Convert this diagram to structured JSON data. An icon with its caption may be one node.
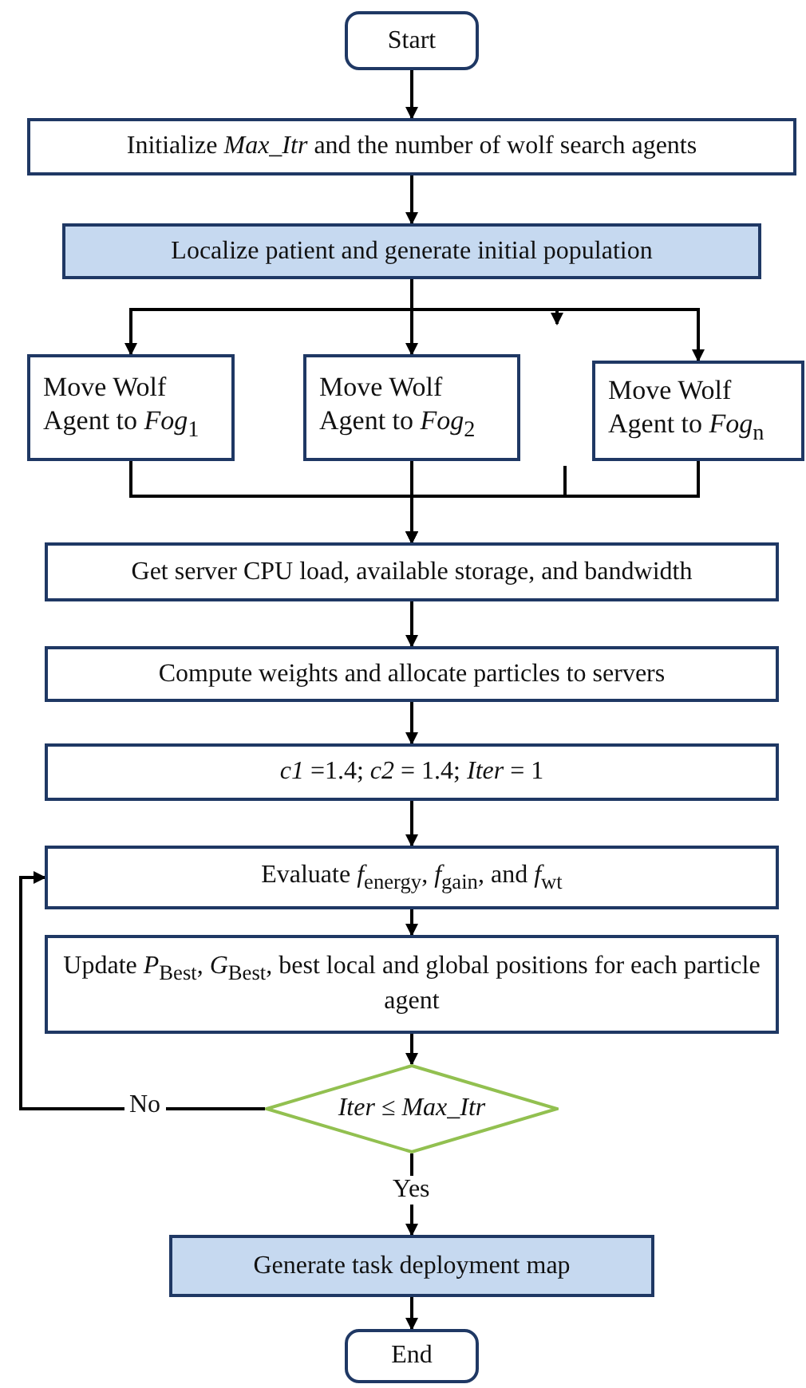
{
  "diagram": {
    "nodes": [
      {
        "text": [
          "Start"
        ]
      },
      {
        "text": [
          "Initialize *Max_Itr* and the number of wolf search agents"
        ]
      },
      {
        "text": [
          "Localize patient and generate initial population"
        ]
      },
      {
        "text": [
          "Move Wolf Agent to *Fog*$_{1}$"
        ]
      },
      {
        "text": [
          "Move Wolf Agent to *Fog*$_{2}$"
        ]
      },
      {
        "text": [
          "Move Wolf Agent to *Fog*$_{n}$"
        ]
      },
      {
        "text": [
          "Get server CPU load, available storage, and bandwidth"
        ]
      },
      {
        "text": [
          "Compute weights and allocate particles to servers"
        ]
      },
      {
        "text": [
          "*c1* =1.4; *c2* = 1.4; *Iter* = 1"
        ]
      },
      {
        "text": [
          "Evaluate *f*$_{energy}$, *f*$_{gain}$, and *f*$_{wt}$"
        ]
      },
      {
        "text": [
          "Update *P*$_{Best}$, *G*$_{Best}$, best local and global positions for each particle agent"
        ]
      },
      {
        "text": [
          "*Iter* ≤ *Max_Itr*"
        ]
      },
      {
        "text": [
          "Generate task deployment map"
        ]
      },
      {
        "text": [
          "End"
        ]
      }
    ],
    "edges": [
      {
        "from": 0,
        "to": 1,
        "arrow": "to"
      },
      {
        "from": 1,
        "to": 2,
        "arrow": "to"
      },
      {
        "from": 2,
        "to": 3,
        "arrow": "to"
      },
      {
        "from": 2,
        "to": 4,
        "arrow": "to"
      },
      {
        "from": 2,
        "to": null,
        "arrow": "to"
      },
      {
        "from": 2,
        "to": 5,
        "arrow": "to"
      },
      {
        "from": 3,
        "to": 6,
        "arrow": "to"
      },
      {
        "from": 4,
        "to": 6,
        "arrow": "to"
      },
      {
        "from": null,
        "to": 6,
        "arrow": "to"
      },
      {
        "from": 5,
        "to": 6,
        "arrow": "to"
      },
      {
        "from": 6,
        "to": 7,
        "arrow": "to"
      },
      {
        "from": 7,
        "to": 8,
        "arrow": "to"
      },
      {
        "from": 8,
        "to": 9,
        "arrow": "to"
      },
      {
        "from": 9,
        "to": 10,
        "arrow": "to"
      },
      {
        "from": 10,
        "to": 11,
        "arrow": "to"
      },
      {
        "from": 11,
        "to": 9,
        "label": "No",
        "arrow": "to"
      },
      {
        "from": 11,
        "to": 12,
        "label": "Yes",
        "arrow": "to"
      },
      {
        "from": 12,
        "to": 13,
        "arrow": "to"
      }
    ]
  }
}
